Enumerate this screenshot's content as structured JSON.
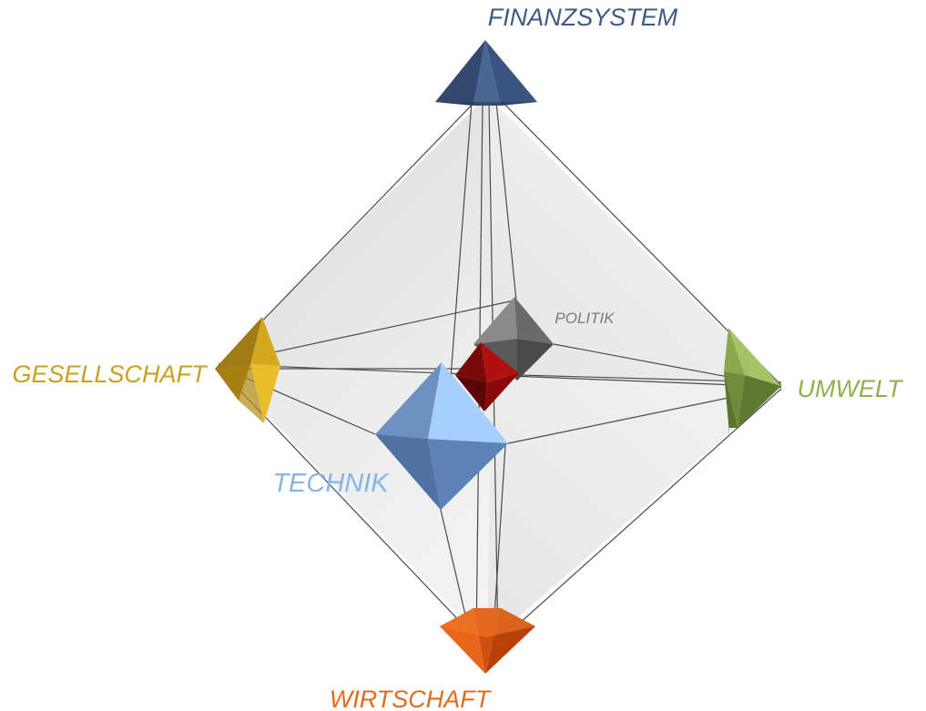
{
  "diagram": {
    "labels": {
      "finanzsystem": "FINANZSYSTEM",
      "gesellschaft": "GESELLSCHAFT",
      "umwelt": "UMWELT",
      "wirtschaft": "WIRTSCHAFT",
      "politik": "POLITIK",
      "technik": "TECHNIK"
    },
    "colors": {
      "finanzsystem": "#3f5a85",
      "gesellschaft": "#c9a11b",
      "umwelt": "#8fb04d",
      "wirtschaft": "#e06a1e",
      "politik": "#7a7a7a",
      "technik": "#86b6e8",
      "center": "#a00d0d",
      "edges": "#4a4a4a"
    }
  }
}
